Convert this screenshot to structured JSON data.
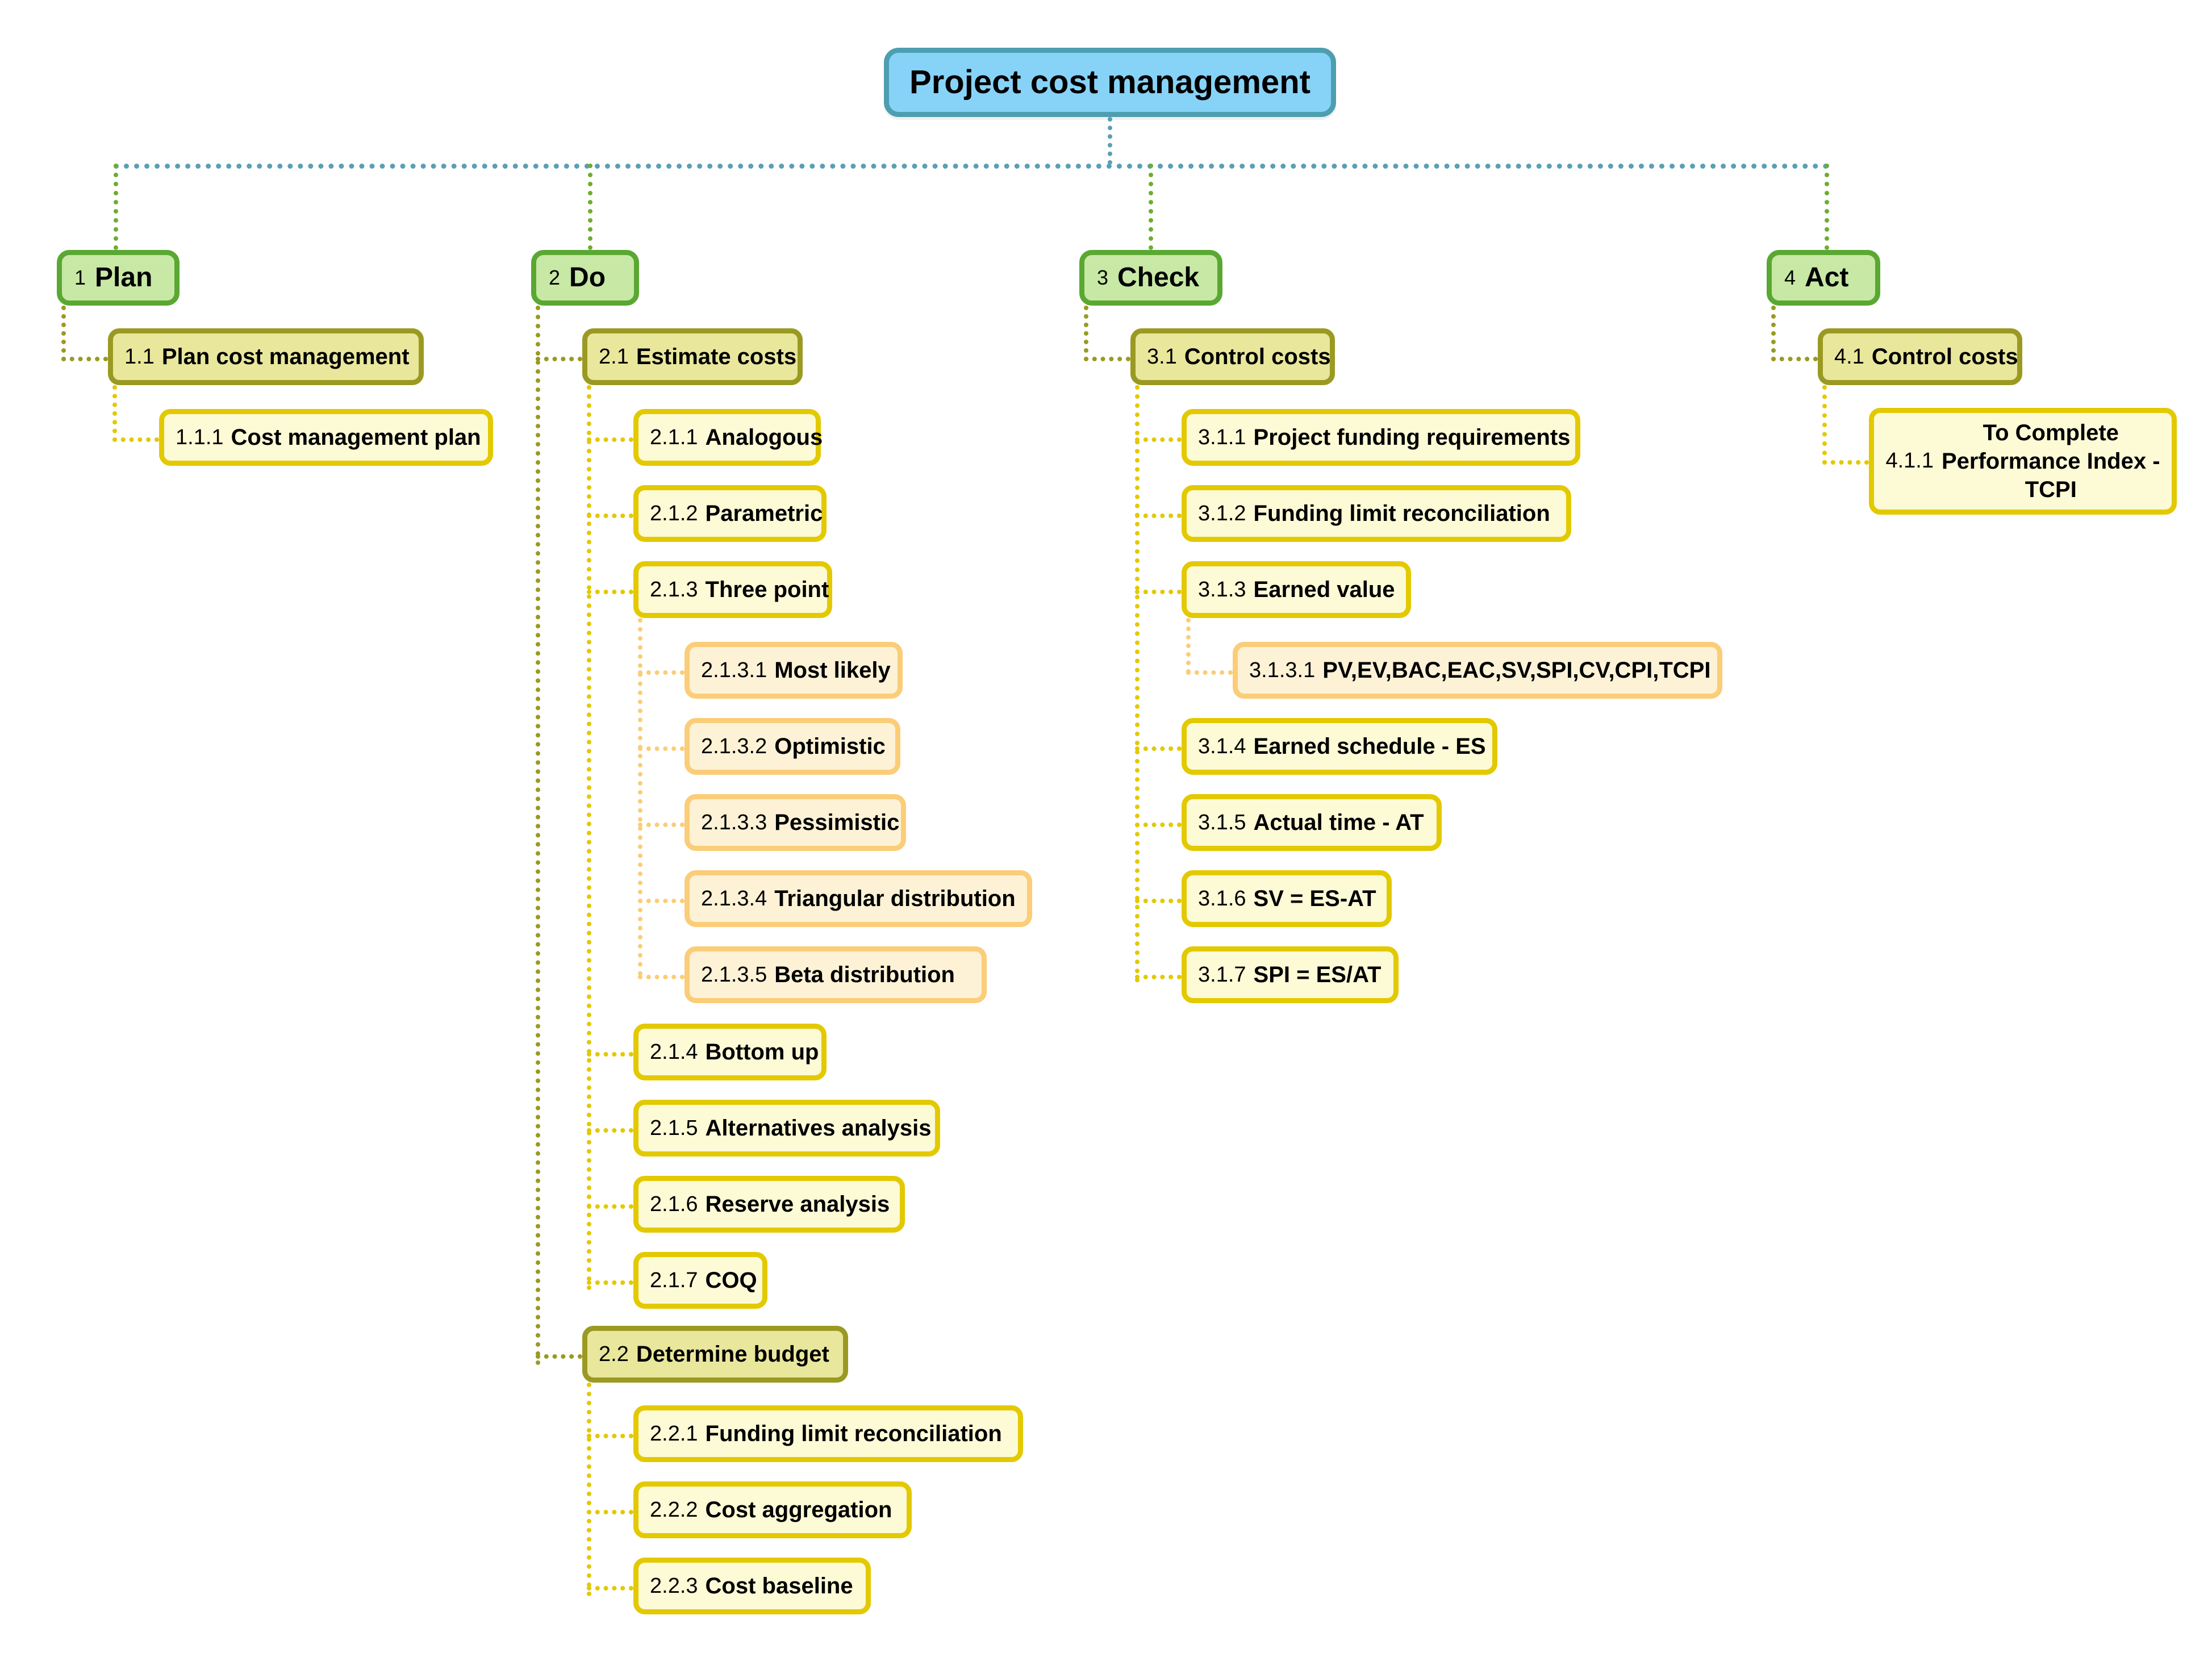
{
  "diagram": {
    "title": "Project cost management",
    "type": "mind-map",
    "colors": {
      "root_fill": "#87d3f8",
      "root_border": "#4d9eb0",
      "level1_fill": "#c8e8a5",
      "level1_border": "#5aa832",
      "level2_fill": "#e9e79c",
      "level2_border": "#9a9a22",
      "level3_fill": "#fdfad6",
      "level3_border": "#e3c900",
      "level4_fill": "#fdf2d6",
      "level4_border": "#fbcd78",
      "root_connector": "#5a9fb5"
    }
  },
  "root": {
    "num": "",
    "label": "Project cost management"
  },
  "branches": {
    "plan": {
      "num": "1",
      "label": "Plan",
      "children": [
        {
          "num": "1.1",
          "label": "Plan cost management"
        },
        {
          "num": "1.1.1",
          "label": "Cost management plan"
        }
      ]
    },
    "do": {
      "num": "2",
      "label": "Do",
      "children": [
        {
          "num": "2.1",
          "label": "Estimate costs"
        },
        {
          "num": "2.1.1",
          "label": "Analogous"
        },
        {
          "num": "2.1.2",
          "label": "Parametric"
        },
        {
          "num": "2.1.3",
          "label": "Three point"
        },
        {
          "num": "2.1.3.1",
          "label": "Most likely"
        },
        {
          "num": "2.1.3.2",
          "label": "Optimistic"
        },
        {
          "num": "2.1.3.3",
          "label": "Pessimistic"
        },
        {
          "num": "2.1.3.4",
          "label": "Triangular distribution"
        },
        {
          "num": "2.1.3.5",
          "label": "Beta distribution"
        },
        {
          "num": "2.1.4",
          "label": "Bottom up"
        },
        {
          "num": "2.1.5",
          "label": "Alternatives analysis"
        },
        {
          "num": "2.1.6",
          "label": "Reserve analysis"
        },
        {
          "num": "2.1.7",
          "label": "COQ"
        },
        {
          "num": "2.2",
          "label": "Determine budget"
        },
        {
          "num": "2.2.1",
          "label": "Funding limit reconciliation"
        },
        {
          "num": "2.2.2",
          "label": "Cost aggregation"
        },
        {
          "num": "2.2.3",
          "label": "Cost baseline"
        }
      ]
    },
    "check": {
      "num": "3",
      "label": "Check",
      "children": [
        {
          "num": "3.1",
          "label": "Control costs"
        },
        {
          "num": "3.1.1",
          "label": "Project funding requirements"
        },
        {
          "num": "3.1.2",
          "label": "Funding limit reconciliation"
        },
        {
          "num": "3.1.3",
          "label": "Earned value"
        },
        {
          "num": "3.1.3.1",
          "label": "PV,EV,BAC,EAC,SV,SPI,CV,CPI,TCPI"
        },
        {
          "num": "3.1.4",
          "label": "Earned schedule - ES"
        },
        {
          "num": "3.1.5",
          "label": "Actual time - AT"
        },
        {
          "num": "3.1.6",
          "label": "SV = ES-AT"
        },
        {
          "num": "3.1.7",
          "label": "SPI = ES/AT"
        }
      ]
    },
    "act": {
      "num": "4",
      "label": "Act",
      "children": [
        {
          "num": "4.1",
          "label": "Control costs"
        },
        {
          "num": "4.1.1",
          "label": "To Complete\nPerformance Index -\nTCPI"
        }
      ]
    }
  }
}
